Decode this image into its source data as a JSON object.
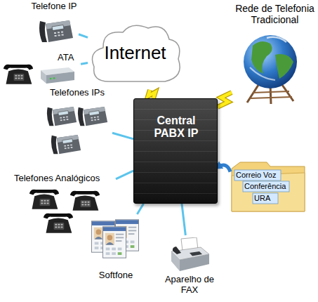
{
  "diagram": {
    "nodes": [
      {
        "text": [
          "Telefone IP"
        ]
      },
      {
        "text": [
          "Rede de Telefonia Tradicional"
        ]
      },
      {
        "text": [
          "Internet"
        ]
      },
      {
        "text": [
          "ATA"
        ]
      },
      {
        "text": [
          "Telefones IPs"
        ]
      },
      {
        "text": [
          "Central PABX IP"
        ]
      },
      {
        "text": [
          "Correio Voz",
          "Conferência",
          "URA"
        ]
      },
      {
        "text": [
          "Telefones Analógicos"
        ]
      },
      {
        "text": [
          "Softfone"
        ]
      },
      {
        "text": [
          "Aparelho de FAX"
        ]
      }
    ],
    "edges": [
      {
        "from": 0,
        "to": 2,
        "arrow": "none"
      },
      {
        "from": 3,
        "to": 2,
        "arrow": "none"
      },
      {
        "from": 2,
        "to": 5,
        "arrow": "none"
      },
      {
        "from": 1,
        "to": 5,
        "arrow": "none"
      },
      {
        "from": 4,
        "to": 5,
        "arrow": "none"
      },
      {
        "from": 7,
        "to": 5,
        "arrow": "none"
      },
      {
        "from": 8,
        "to": 5,
        "arrow": "none"
      },
      {
        "from": 9,
        "to": 5,
        "arrow": "none"
      },
      {
        "from": 6,
        "to": 5,
        "arrow": "to"
      }
    ]
  }
}
